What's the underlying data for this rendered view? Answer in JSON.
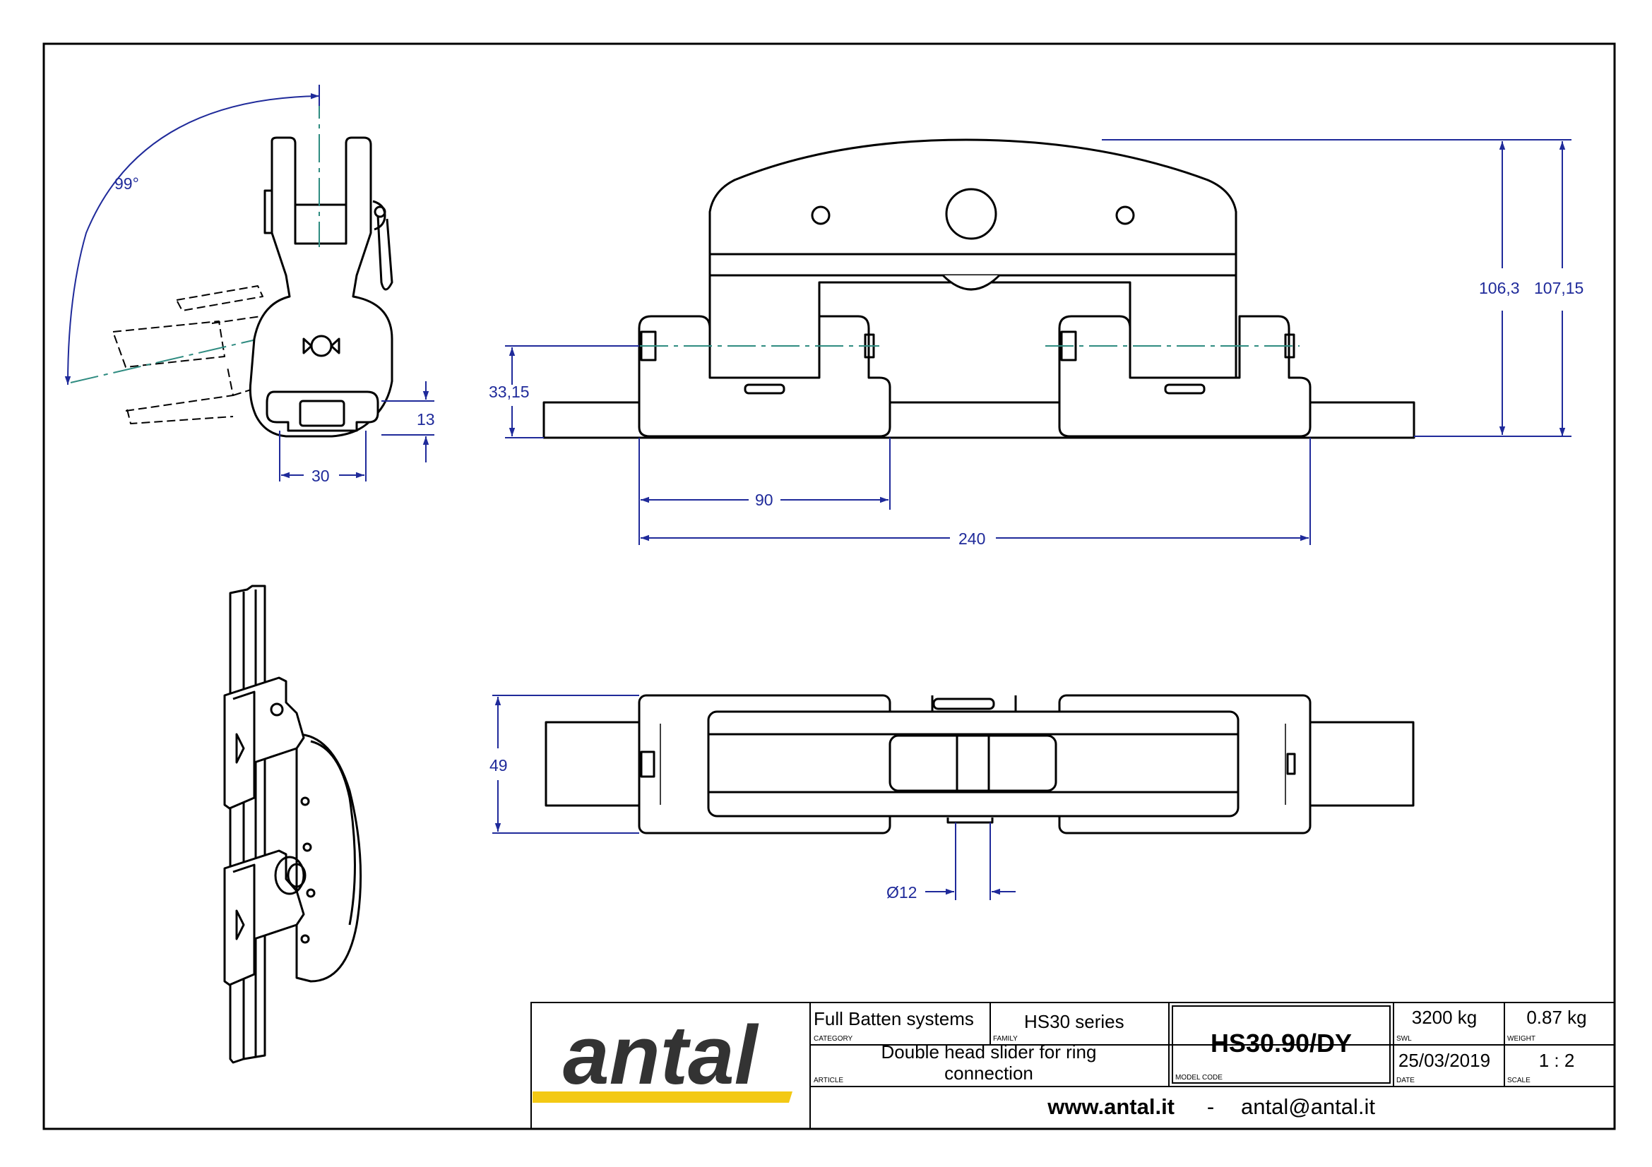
{
  "colors": {
    "dimension": "#1f2a9a",
    "centerline": "#2e8b80",
    "line": "#000000",
    "logo_text": "#333333",
    "logo_bar": "#f3c914"
  },
  "dimensions": {
    "angle": "99°",
    "profile_height": "13",
    "profile_width": "30",
    "height_bolt": "33,15",
    "height_total_a": "106,3",
    "height_total_b": "107,15",
    "head_length": "90",
    "overall_length": "240",
    "width": "49",
    "pin_diameter": "Ø12"
  },
  "title_block": {
    "logo": "antal",
    "category_value": "Full Batten systems",
    "category_label": "CATEGORY",
    "family_value": "HS30 series",
    "family_label": "FAMILY",
    "article_line1": "Double head slider for ring",
    "article_line2": "connection",
    "article_label": "ARTICLE",
    "model_code_value": "HS30.90/DY",
    "model_code_label": "MODEL CODE",
    "swl_value": "3200 kg",
    "swl_label": "SWL",
    "weight_value": "0.87 kg",
    "weight_label": "WEIGHT",
    "date_value": "25/03/2019",
    "date_label": "DATE",
    "scale_value": "1 : 2",
    "scale_label": "SCALE",
    "website": "www.antal.it",
    "separator": "-",
    "email": "antal@antal.it"
  }
}
